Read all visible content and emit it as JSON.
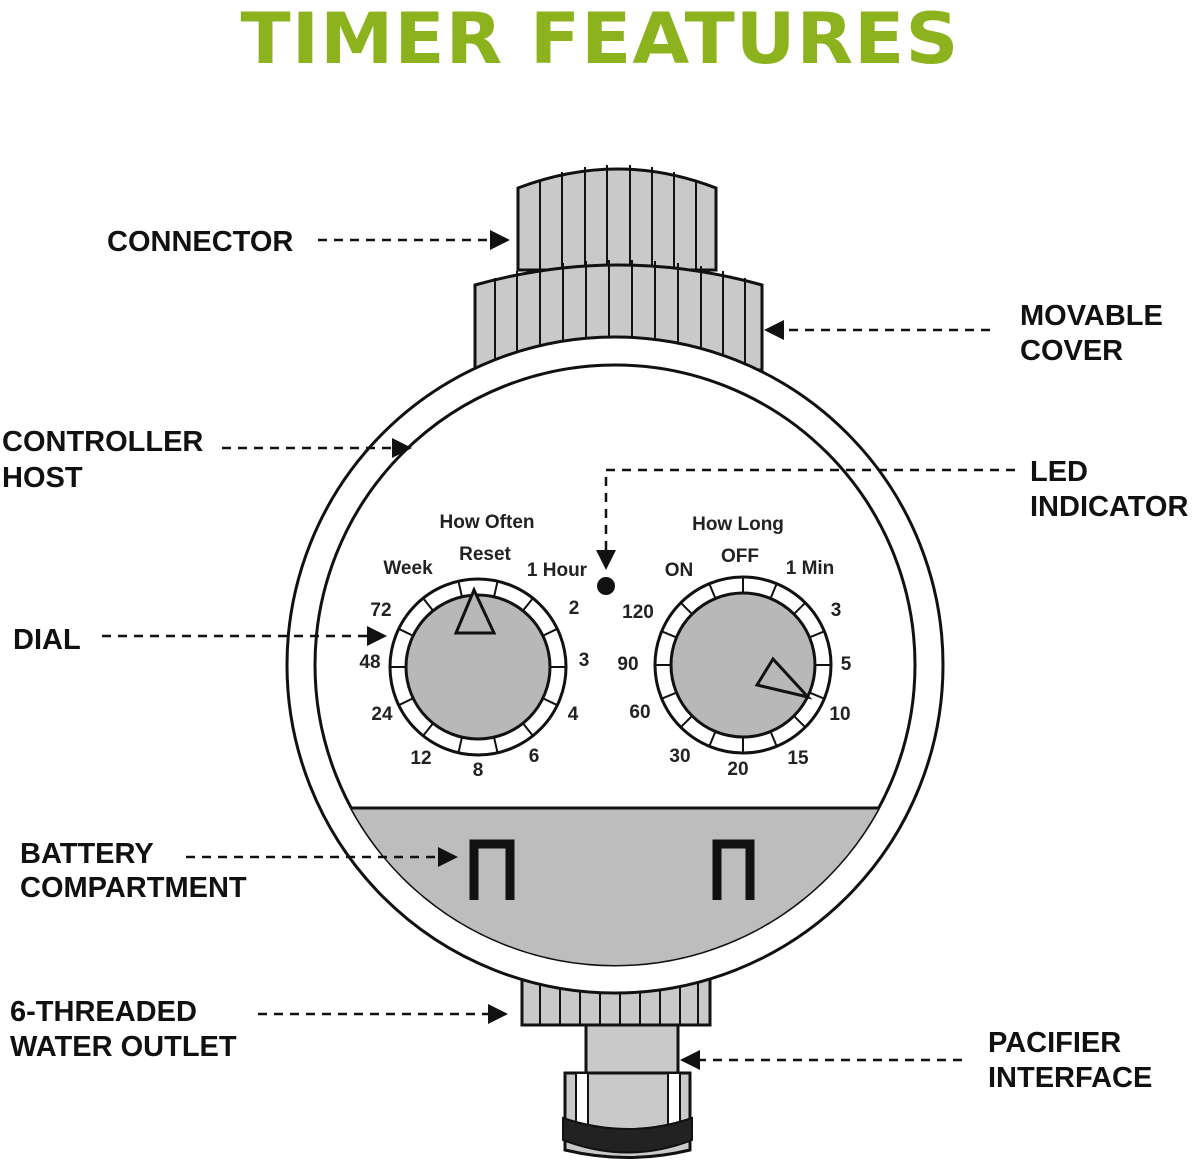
{
  "title": "TIMER FEATURES",
  "colors": {
    "title": "#8cb31e",
    "line": "#111111",
    "dial_fill": "#b8b8b8",
    "battery_fill": "#bdbdbd"
  },
  "callouts": {
    "connector": "CONNECTOR",
    "movable_cover": [
      "MOVABLE",
      "COVER"
    ],
    "controller_host": [
      "CONTROLLER",
      "HOST"
    ],
    "led_indicator": [
      "LED",
      "INDICATOR"
    ],
    "dial": "DIAL",
    "battery_compartment": [
      "BATTERY",
      "COMPARTMENT"
    ],
    "water_outlet": [
      "6-THREADED",
      "WATER OUTLET"
    ],
    "pacifier_interface": [
      "PACIFIER",
      "INTERFACE"
    ]
  },
  "left_dial": {
    "heading": "How Often",
    "reset": "Reset",
    "labels": [
      "Week",
      "1 Hour",
      "72",
      "2",
      "48",
      "3",
      "24",
      "4",
      "12",
      "8",
      "6"
    ]
  },
  "right_dial": {
    "heading": "How Long",
    "off": "OFF",
    "labels": [
      "ON",
      "1 Min",
      "120",
      "3",
      "90",
      "5",
      "60",
      "10",
      "30",
      "20",
      "15"
    ]
  }
}
